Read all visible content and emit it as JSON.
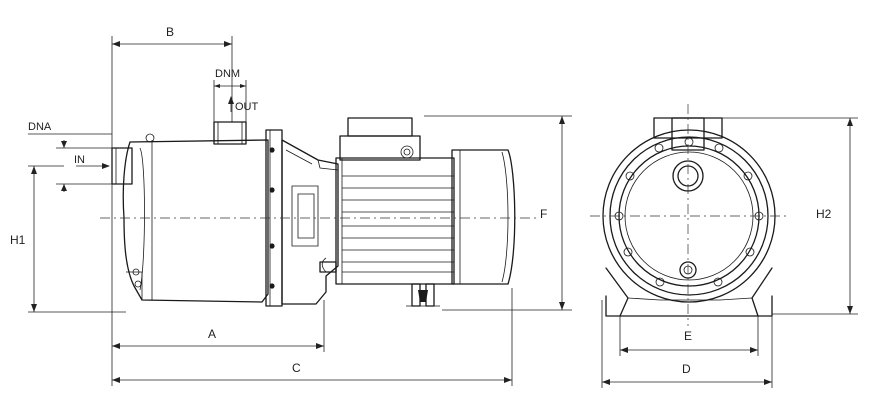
{
  "labels": {
    "A": "A",
    "B": "B",
    "C": "C",
    "D": "D",
    "E": "E",
    "F": "F",
    "H1": "H1",
    "H2": "H2",
    "DNA": "DNA",
    "DNM": "DNM",
    "IN": "IN",
    "OUT": "OUT"
  }
}
